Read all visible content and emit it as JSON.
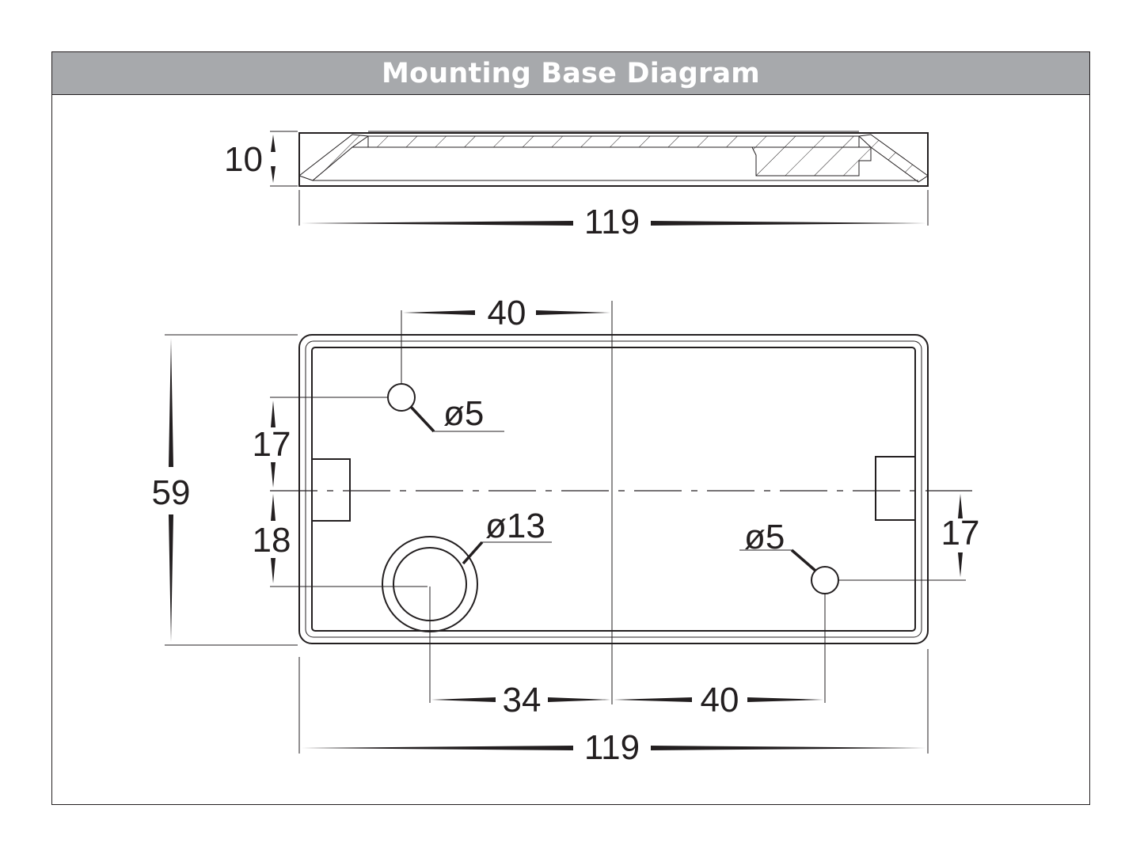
{
  "header": {
    "title": "Mounting Base Diagram"
  },
  "colors": {
    "title_bar": "#a7a9ac",
    "title_text": "#ffffff",
    "line": "#231f20"
  },
  "side_view": {
    "height_label": "10",
    "width_label": "119"
  },
  "top_view": {
    "hole_spacing_top": "40",
    "hole_small_top_diameter": "ø5",
    "offset_upper": "17",
    "overall_height": "59",
    "offset_lower": "18",
    "hole_large_diameter": "ø13",
    "hole_small_right_diameter": "ø5",
    "offset_right": "17",
    "spacing_left": "34",
    "spacing_right": "40",
    "overall_width": "119"
  }
}
